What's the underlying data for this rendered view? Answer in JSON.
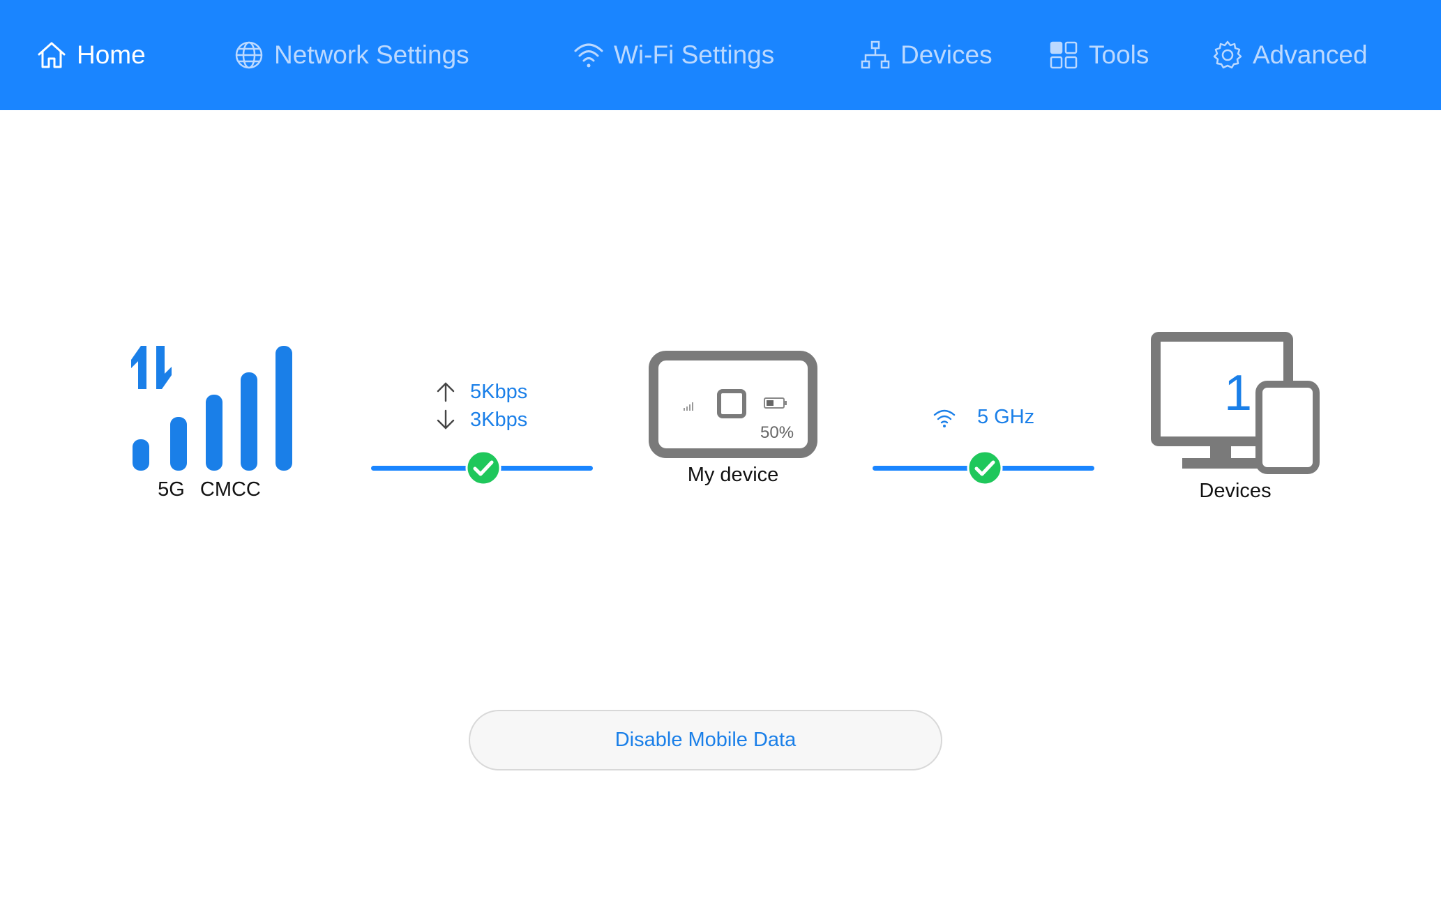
{
  "nav": {
    "items": [
      {
        "label": "Home",
        "icon": "home-icon",
        "active": true
      },
      {
        "label": "Network Settings",
        "icon": "globe-icon",
        "active": false
      },
      {
        "label": "Wi-Fi Settings",
        "icon": "wifi-icon",
        "active": false
      },
      {
        "label": "Devices",
        "icon": "network-tree-icon",
        "active": false
      },
      {
        "label": "Tools",
        "icon": "grid-icon",
        "active": false
      },
      {
        "label": "Advanced",
        "icon": "gear-icon",
        "active": false
      }
    ]
  },
  "status": {
    "network": {
      "type": "5G",
      "operator": "CMCC",
      "signal_bars": 5
    },
    "traffic": {
      "upload": "5Kbps",
      "download": "3Kbps"
    },
    "router": {
      "label": "My device",
      "battery": "50%"
    },
    "wifi": {
      "band": "5 GHz"
    },
    "devices": {
      "count": "1",
      "label": "Devices"
    }
  },
  "actions": {
    "mobile_data_label": "Disable Mobile Data"
  },
  "colors": {
    "nav_background": "#1a85ff",
    "accent": "#1a7fe8",
    "nav_inactive_text": "#bcd9ff",
    "ok_green": "#1fc75b",
    "device_gray": "#7a7a7a"
  }
}
